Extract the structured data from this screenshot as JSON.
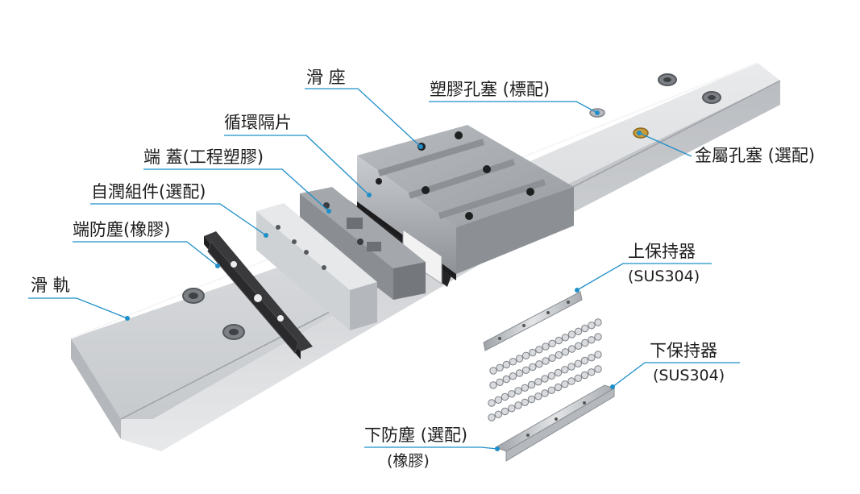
{
  "labels": {
    "slider_block": "滑 座",
    "plastic_plug": "塑膠孔塞 (標配)",
    "metal_plug": "金屬孔塞 (選配)",
    "recirculation_spacer": "循環隔片",
    "end_cap": "端 蓋(工程塑膠)",
    "self_lube_unit": "自潤組件(選配)",
    "end_seal": "端防塵(橡膠)",
    "rail": "滑 軌",
    "upper_retainer": "上保持器",
    "upper_retainer_material": "(SUS304)",
    "lower_retainer": "下保持器",
    "lower_retainer_material": "(SUS304)",
    "bottom_seal": "下防塵 (選配)",
    "bottom_seal_material": "(橡膠)"
  },
  "colors": {
    "leader_line": "#1f8fc9",
    "label_text": "#1e1e1e",
    "rail_metal": "#c9ccd0",
    "block_metal": "#a9adb2",
    "rubber_seal": "#2a2a2c",
    "end_cap_gray": "#8a8d92",
    "lube_unit": "#dcdfe2",
    "brass_plug": "#c89b3c"
  }
}
